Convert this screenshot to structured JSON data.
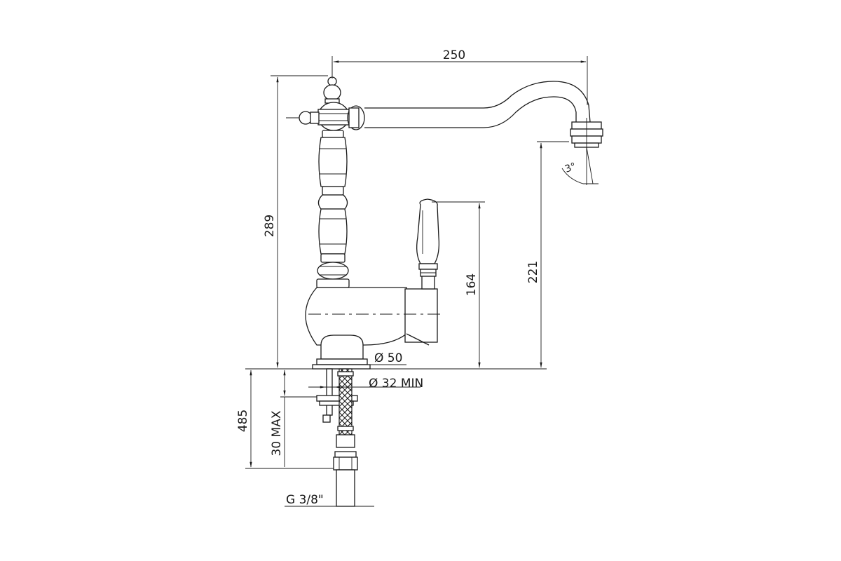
{
  "diagram": {
    "dimensions": {
      "spout_reach": "250",
      "total_height": "289",
      "lever_height": "164",
      "spout_height": "221",
      "base_diameter": "Ø 50",
      "hole_diameter": "Ø 32 MIN",
      "hose_length": "485",
      "deck_thickness": "30 MAX",
      "thread": "G 3/8\"",
      "spout_angle": "3°"
    }
  }
}
